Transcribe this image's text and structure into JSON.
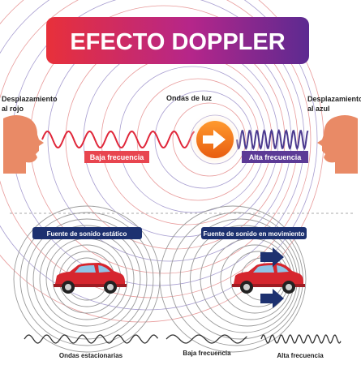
{
  "title": "EFECTO DOPPLER",
  "labels": {
    "red_shift": [
      "Desplazamiento",
      "al rojo"
    ],
    "blue_shift": [
      "Desplazamiento",
      "al azul"
    ],
    "light_waves": "Ondas de luz",
    "low_freq": "Baja frecuencia",
    "high_freq": "Alta frecuencia"
  },
  "bottom": {
    "static_title": "Fuente de sonido estático",
    "moving_title": "Fuente de sonido en movimiento",
    "stationary_waves": "Ondas estacionarias",
    "low_freq": "Baja frecuencia",
    "high_freq": "Alta frecuencia"
  },
  "colors": {
    "title_gradient_start": "#e8303a",
    "title_gradient_mid": "#b5268a",
    "title_gradient_end": "#5c2a91",
    "red_wave": "#e0273a",
    "blue_wave": "#4b3a8f",
    "low_label_bg": "#e8454f",
    "high_label_bg": "#5c3a96",
    "skin": "#e98a66",
    "orange": "#f07a1a",
    "navy": "#1d3170",
    "car_red": "#d6262e"
  },
  "icons": [
    "face-left-icon",
    "face-right-icon",
    "light-source-arrow-icon",
    "car-icon",
    "motion-arrow-icon"
  ]
}
